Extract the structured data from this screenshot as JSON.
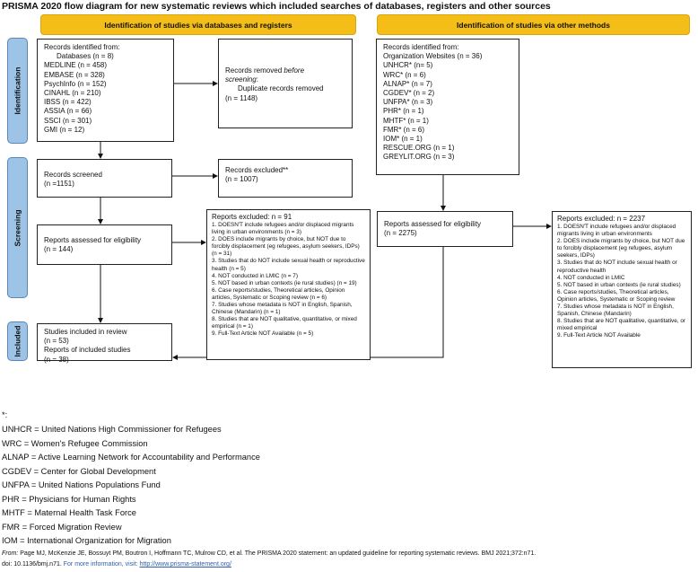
{
  "title": "PRISMA 2020 flow diagram for new systematic reviews which included searches of databases, registers and other sources",
  "headers": {
    "databases": "Identification of studies via databases and registers",
    "other": "Identification of studies via other methods"
  },
  "phases": [
    "Identification",
    "Screening",
    "Included"
  ],
  "colors": {
    "header": "#f5bd17",
    "phase": "#9dc3e6"
  },
  "db_identified": {
    "heading": "Records identified from:",
    "sub": "Databases (n = 8)",
    "items": [
      "MEDLINE (n = 458)",
      "EMBASE (n = 328)",
      "PsychInfo (n = 152)",
      "CINAHL (n = 210)",
      "IBSS (n = 422)",
      "ASSIA (n = 66)",
      "SSCI (n = 301)",
      "GMI (n = 12)"
    ]
  },
  "removed": {
    "line1_a": "Records removed ",
    "line1_b": "before",
    "line2": "screening",
    "line2_colon": ":",
    "line3": "Duplicate records removed",
    "line4": "(n = 1148)"
  },
  "screened": {
    "label": "Records screened",
    "n": "(n =1151)"
  },
  "excluded": {
    "label": "Records excluded**",
    "n": "(n = 1007)"
  },
  "assessed": {
    "label": "Reports assessed for eligibility",
    "n": "(n = 144)"
  },
  "reports_excluded_db": {
    "heading": "Reports excluded: n = 91",
    "items": [
      "1. DOESN'T include refugees and/or displaced migrants living in urban environments (n = 3)",
      "2. DOES include migrants by choice, but NOT due to forcibly displacement (eg refugees, asylum seekers, IDPs) (n = 31)",
      "3. Studies that do NOT include sexual health or reproductive health (n = 5)",
      "4. NOT conducted in LMIC (n = 7)",
      "5. NOT based in urban contexts (ie rural studies) (n = 19)",
      "6. Case reports/studies, Theoretical articles, Opinion articles, Systematic or Scoping review (n = 6)",
      "7. Studies whose metadata is NOT in English, Spanish, Chinese (Mandarin) (n = 1)",
      "8. Studies that are NOT qualitative, quantitative, or mixed empirical (n = 1)",
      "9. Full-Text Article NOT Available (n = 5)"
    ]
  },
  "included": {
    "line1": "Studies included in review",
    "line2": "(n = 53)",
    "line3": "Reports of included studies",
    "line4": "(n = 38)"
  },
  "other_identified": {
    "heading": "Records identified from:",
    "items": [
      "Organization Websites (n = 36)",
      "UNHCR* (n= 5)",
      "WRC* (n = 6)",
      "ALNAP* (n = 7)",
      "CGDEV* (n = 2)",
      "UNFPA* (n = 3)",
      "PHR* (n = 1)",
      "MHTF* (n = 1)",
      "FMR* (n = 6)",
      "IOM* (n = 1)",
      "RESCUE.ORG (n = 1)",
      "GREYLIT.ORG (n = 3)"
    ]
  },
  "other_assessed": {
    "label": "Reports assessed for eligibility",
    "n": "(n = 2275)"
  },
  "reports_excluded_other": {
    "heading": "Reports excluded: n = 2237",
    "items": [
      "1. DOESN'T include refugees and/or displaced migrants living in urban environments",
      "2. DOES include migrants by choice, but NOT due to forcibly displacement (eg refugees, asylum seekers, IDPs)",
      "3. Studies that do NOT include sexual health or reproductive health",
      "4. NOT conducted in LMIC",
      "5. NOT based in urban contexts (ie rural studies)",
      "6. Case reports/studies, Theoretical articles, Opinion articles, Systematic or Scoping review",
      "7. Studies whose metadata is NOT in English, Spanish, Chinese (Mandarin)",
      "8. Studies that are NOT qualitative, quantitative, or mixed empirical",
      "9. Full-Text Article NOT Available"
    ]
  },
  "footnotes": {
    "marker": "*:",
    "items": [
      "UNHCR = United Nations High Commissioner for Refugees",
      "WRC = Women's Refugee Commission",
      "ALNAP = Active Learning Network for Accountability and Performance",
      "CGDEV = Center for Global Development",
      "UNFPA = United Nations Populations Fund",
      "PHR = Physicians for Human Rights",
      "MHTF = Maternal Health Task Force",
      "FMR = Forced Migration Review",
      "IOM = International Organization for Migration"
    ]
  },
  "citation": {
    "from": "From:",
    "text": " Page MJ, McKenzie JE, Bossuyt PM, Boutron I, Hoffmann TC, Mulrow CD, et al. The PRISMA 2020 statement: an updated guideline for reporting systematic reviews. BMJ 2021;372:n71.",
    "doi": "doi: 10.1136/bmj.n71. ",
    "more": "For more information, visit: ",
    "link": "http://www.prisma-statement.org/"
  }
}
